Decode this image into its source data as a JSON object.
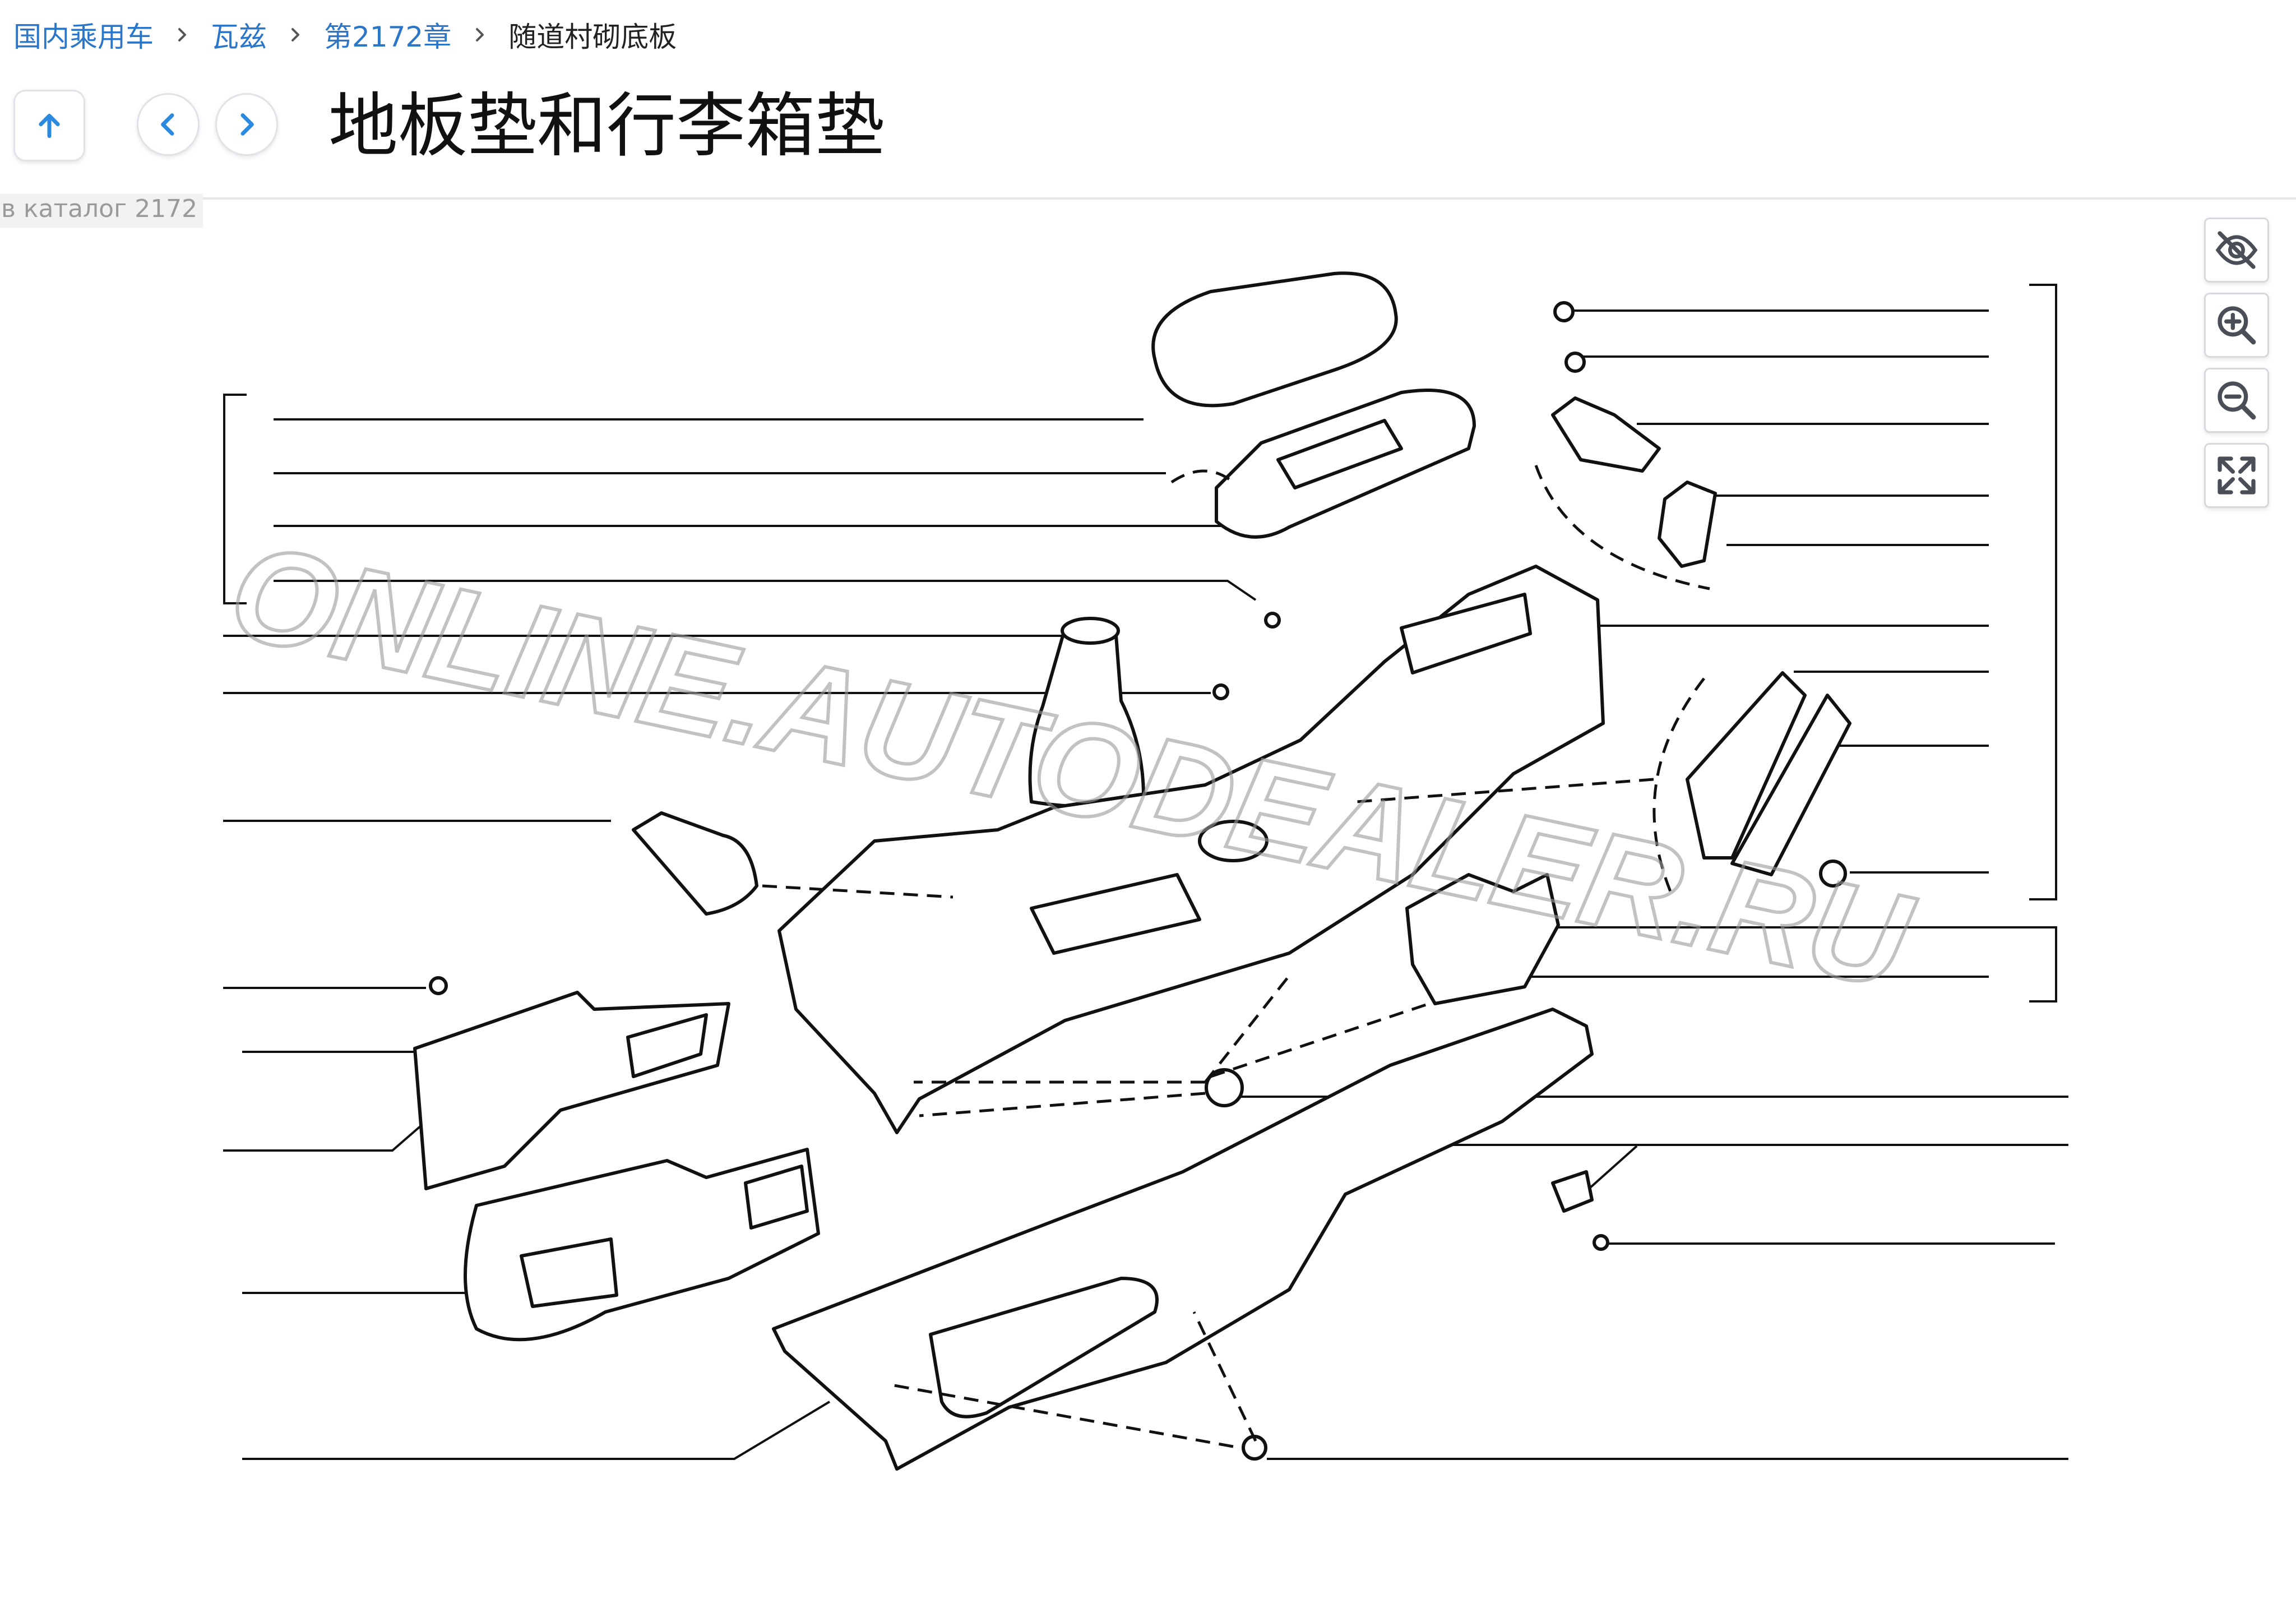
{
  "breadcrumb": {
    "items": [
      "国内乘用车",
      "瓦兹",
      "第2172章"
    ],
    "current": "随道村砌底板"
  },
  "page_title": "地板垫和行李箱垫",
  "catalog_link": "в каталог 2172",
  "watermark": "ONLINE.AUTODEALER.RU",
  "icons": {
    "up": "arrow-up-icon",
    "prev": "chevron-left-icon",
    "next": "chevron-right-icon",
    "hide": "eye-off-icon",
    "zoom_in": "zoom-in-icon",
    "zoom_out": "zoom-out-icon",
    "fit": "fullscreen-icon"
  },
  "colors": {
    "link": "#2b76c8",
    "icon": "#2b8ae0",
    "tool_icon": "#4a4f57",
    "line": "#111111"
  }
}
